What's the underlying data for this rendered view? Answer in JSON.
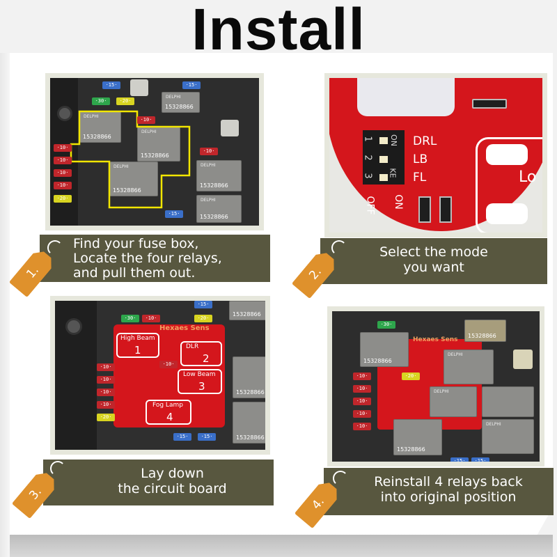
{
  "title": "Install",
  "steps": [
    {
      "number": "1.",
      "lines": [
        "Find your fuse box,",
        "Locate the four relays,",
        "and pull them out."
      ]
    },
    {
      "number": "2.",
      "lines": [
        "Select the mode",
        "you want"
      ]
    },
    {
      "number": "3.",
      "lines": [
        "Lay down",
        "the circuit board"
      ]
    },
    {
      "number": "4.",
      "lines": [
        "Reinstall 4 relays back",
        "into original position"
      ]
    }
  ],
  "relay": {
    "part_number": "15328866",
    "brand": "DELPHI"
  },
  "fuses": {
    "p1": [
      {
        "v": "15",
        "c": "#3a6fc9"
      },
      {
        "v": "15",
        "c": "#3a6fc9"
      },
      {
        "v": "30",
        "c": "#2ea64c"
      },
      {
        "v": "20",
        "c": "#d8d421"
      },
      {
        "v": "10",
        "c": "#c0262b"
      },
      {
        "v": "10",
        "c": "#c0262b"
      },
      {
        "v": "10",
        "c": "#c0262b"
      },
      {
        "v": "10",
        "c": "#c0262b"
      },
      {
        "v": "10",
        "c": "#c0262b"
      },
      {
        "v": "20",
        "c": "#d8d421"
      },
      {
        "v": "15",
        "c": "#3a6fc9"
      },
      {
        "v": "10",
        "c": "#c0262b"
      }
    ],
    "p3": [
      {
        "v": "30",
        "c": "#2ea64c"
      },
      {
        "v": "10",
        "c": "#c0262b"
      },
      {
        "v": "20",
        "c": "#d8d421"
      },
      {
        "v": "10",
        "c": "#c0262b"
      },
      {
        "v": "10",
        "c": "#c0262b"
      },
      {
        "v": "10",
        "c": "#c0262b"
      },
      {
        "v": "10",
        "c": "#c0262b"
      },
      {
        "v": "10",
        "c": "#c0262b"
      },
      {
        "v": "20",
        "c": "#d8d421"
      },
      {
        "v": "15",
        "c": "#3a6fc9"
      },
      {
        "v": "15",
        "c": "#3a6fc9"
      },
      {
        "v": "15",
        "c": "#3a6fc9"
      }
    ],
    "p4": [
      {
        "v": "30",
        "c": "#2ea64c"
      },
      {
        "v": "10",
        "c": "#c0262b"
      },
      {
        "v": "10",
        "c": "#c0262b"
      },
      {
        "v": "10",
        "c": "#c0262b"
      },
      {
        "v": "10",
        "c": "#c0262b"
      },
      {
        "v": "10",
        "c": "#c0262b"
      },
      {
        "v": "20",
        "c": "#d8d421"
      },
      {
        "v": "15",
        "c": "#3a6fc9"
      },
      {
        "v": "15",
        "c": "#3a6fc9"
      }
    ]
  },
  "pcb": {
    "brand": "Hexaes Sens",
    "slots": [
      {
        "name": "High Beam",
        "num": "1"
      },
      {
        "name": "DLR",
        "num": "2"
      },
      {
        "name": "Low Beam",
        "num": "3"
      },
      {
        "name": "Fog Lamp",
        "num": "4"
      }
    ],
    "switch_labels": [
      "DRL",
      "LB",
      "FL"
    ],
    "switch_numbers": [
      "1",
      "2",
      "3"
    ],
    "switch_marks": [
      "ON",
      "KE",
      "OFF",
      "ON"
    ],
    "partial_label": "Lo"
  },
  "colors": {
    "caption_bg": "#58573f",
    "tag": "#df912c",
    "pcb_red": "#d4161c",
    "highlight": "#f2e600"
  }
}
